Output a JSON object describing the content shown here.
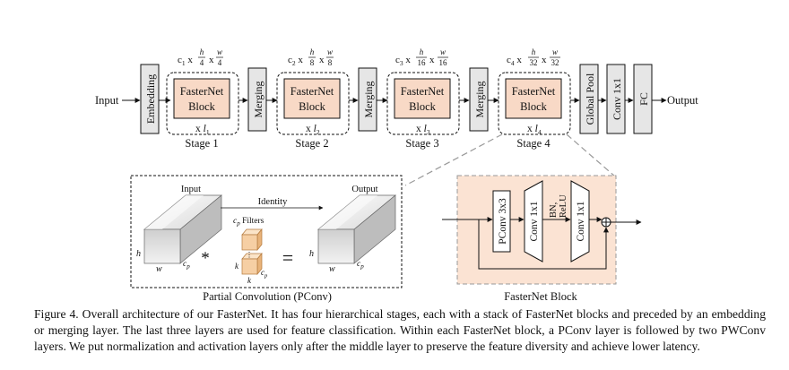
{
  "top": {
    "input": "Input",
    "embedding": "Embedding",
    "merging": "Merging",
    "block": [
      "FasterNet",
      "Block"
    ],
    "global_pool": "Global Pool",
    "conv1x1": "Conv 1x1",
    "fc": "FC",
    "output": "Output",
    "stages": [
      {
        "c": "c",
        "c_sub": "1",
        "h_den": "4",
        "w_den": "4",
        "rep": "x",
        "l": "l",
        "l_sub": "1",
        "label": "Stage 1"
      },
      {
        "c": "c",
        "c_sub": "2",
        "h_den": "8",
        "w_den": "8",
        "rep": "x",
        "l": "l",
        "l_sub": "2",
        "label": "Stage 2"
      },
      {
        "c": "c",
        "c_sub": "3",
        "h_den": "16",
        "w_den": "16",
        "rep": "x",
        "l": "l",
        "l_sub": "3",
        "label": "Stage 3"
      },
      {
        "c": "c",
        "c_sub": "4",
        "h_den": "32",
        "w_den": "32",
        "rep": "x",
        "l": "l",
        "l_sub": "4",
        "label": "Stage 4"
      }
    ],
    "frac_h": "h",
    "frac_w": "w",
    "times": "x"
  },
  "pconv": {
    "input": "Input",
    "identity": "Identity",
    "output": "Output",
    "filters_c": "c",
    "filters_sub": "p",
    "filters_label": " Filters",
    "h": "h",
    "w": "w",
    "cp": "c",
    "cp_sub": "p",
    "k": "k",
    "star": "*",
    "equals": "=",
    "label": "Partial Convolution (PConv)"
  },
  "block_detail": {
    "pconv": "PConv 3x3",
    "conv1": "Conv 1x1",
    "bn": "BN,",
    "relu": "ReLU",
    "conv2": "Conv 1x1",
    "label": "FasterNet Block"
  },
  "caption": "Figure 4. Overall architecture of our FasterNet. It has four hierarchical stages, each with a stack of FasterNet blocks and preceded by an embedding or merging layer. The last three layers are used for feature classification. Within each FasterNet block, a PConv layer is followed by two PWConv layers. We put normalization and activation layers only after the middle layer to preserve the feature diversity and achieve lower latency.",
  "colors": {
    "block_fill": "#f8d9c6",
    "detail_bg": "#fbe3d3",
    "layer_fill": "#e6e6e6",
    "cube_front": "#e8e8e8",
    "filter_fill": "#f6cfa4"
  }
}
